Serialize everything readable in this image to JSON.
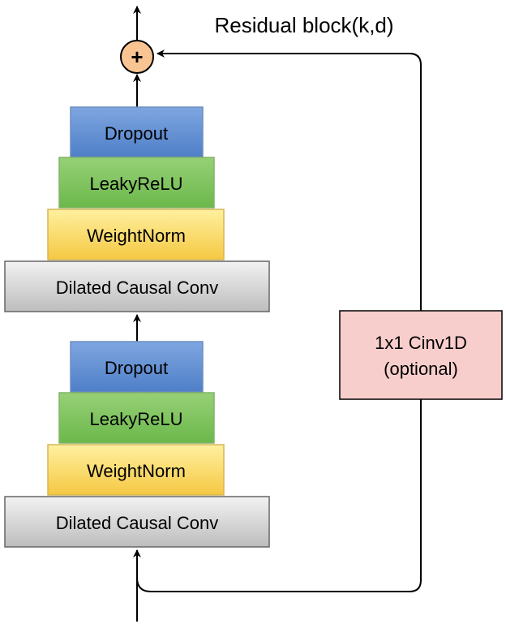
{
  "title": "Residual block(k,d)",
  "sum_symbol": "+",
  "colors": {
    "dropout_top": "#7EA6E0",
    "dropout_bottom": "#4F7FC8",
    "leaky_top": "#97D077",
    "leaky_bottom": "#6BB84B",
    "weight_top": "#FFF0A0",
    "weight_bottom": "#F5C842",
    "conv_top": "#F2F2F2",
    "conv_bottom": "#BDBDBD",
    "sum_fill": "#F8C592",
    "shortcut_fill": "#F8CECC",
    "stroke": "#000000"
  },
  "upper_stack": {
    "dropout": "Dropout",
    "activation": "LeakyReLU",
    "norm": "WeightNorm",
    "conv": "Dilated Causal Conv"
  },
  "lower_stack": {
    "dropout": "Dropout",
    "activation": "LeakyReLU",
    "norm": "WeightNorm",
    "conv": "Dilated Causal Conv"
  },
  "shortcut": {
    "line1": "1x1 Cinv1D",
    "line2": "(optional)"
  }
}
